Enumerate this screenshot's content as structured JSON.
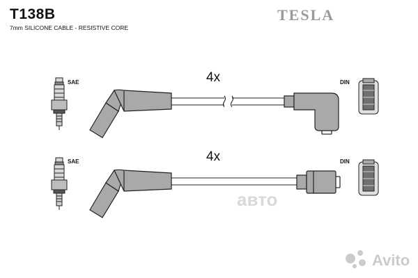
{
  "header": {
    "part_number": "T138B",
    "description": "7mm SILICONE CABLE - RESISTIVE CORE",
    "brand": "TESLA"
  },
  "cables": [
    {
      "left_label": "SAE",
      "right_label": "DIN",
      "quantity": "4x"
    },
    {
      "left_label": "SAE",
      "right_label": "DIN",
      "quantity": "4x"
    }
  ],
  "watermarks": {
    "center": "авто",
    "corner": "Avito"
  },
  "colors": {
    "cable_fill": "#a9a9a9",
    "outline": "#222222",
    "brand_gray": "#9a9a9a"
  }
}
